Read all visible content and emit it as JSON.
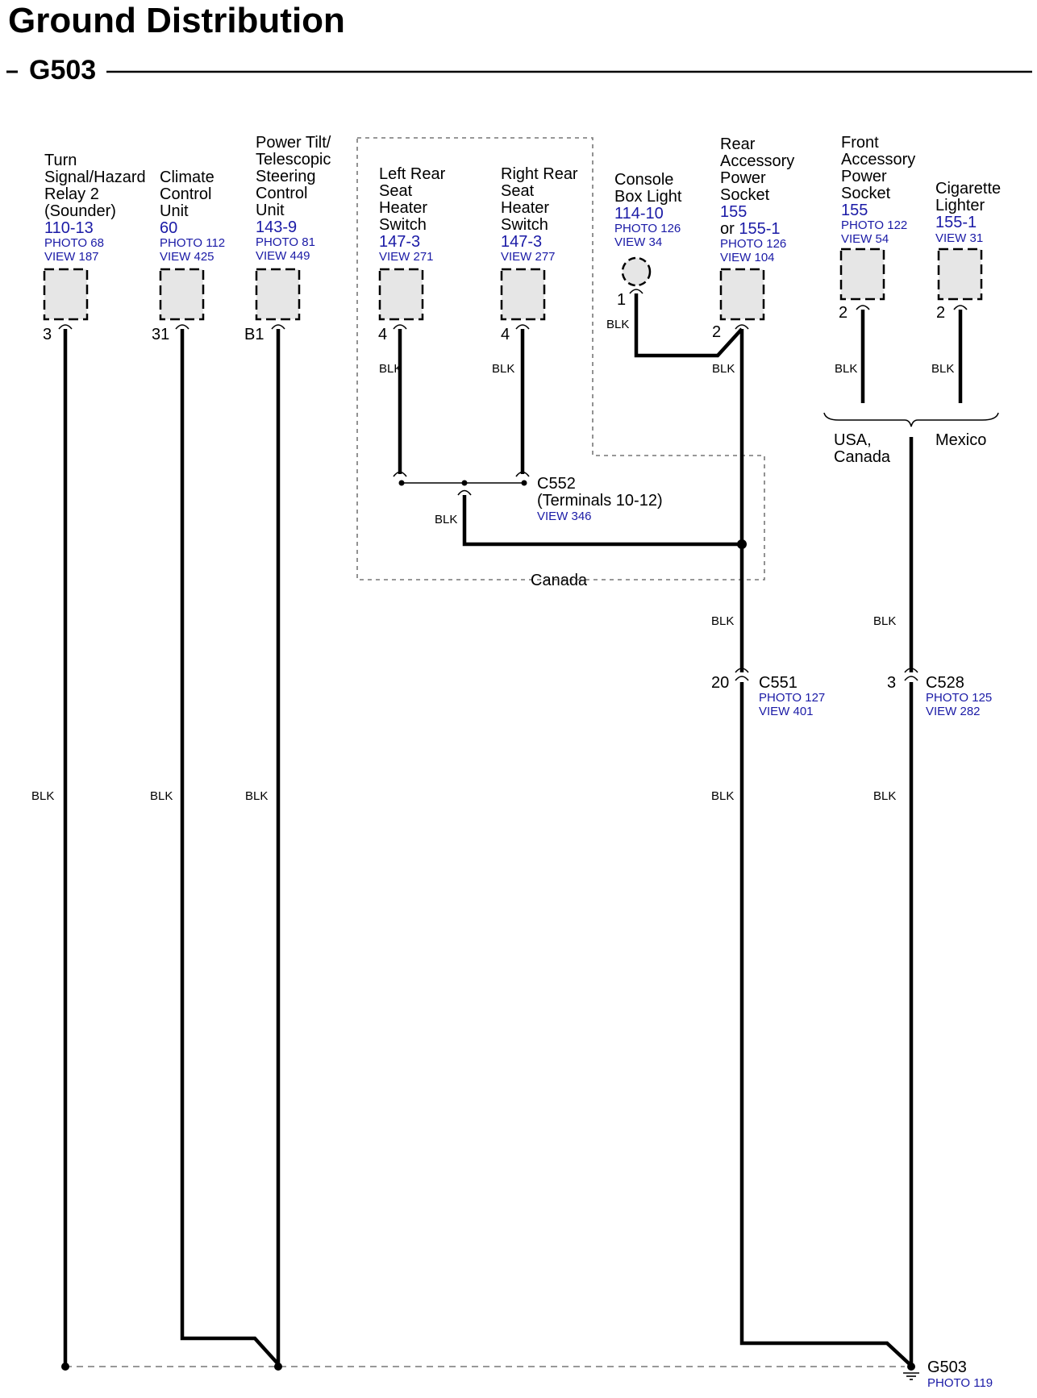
{
  "title": "Ground Distribution",
  "subtitle": "G503",
  "wire_color": "BLK",
  "components": [
    {
      "name_lines": [
        "Turn",
        "Signal/Hazard",
        "Relay 2",
        "(Sounder)"
      ],
      "ref": "110-13",
      "photo": "PHOTO 68",
      "view": "VIEW 187",
      "pin": "3"
    },
    {
      "name_lines": [
        "Climate",
        "Control",
        "Unit"
      ],
      "ref": "60",
      "photo": "PHOTO 112",
      "view": "VIEW 425",
      "pin": "31"
    },
    {
      "name_lines": [
        "Power Tilt/",
        "Telescopic",
        "Steering",
        "Control",
        "Unit"
      ],
      "ref": "143-9",
      "photo": "PHOTO 81",
      "view": "VIEW 449",
      "pin": "B1"
    },
    {
      "name_lines": [
        "Left Rear",
        "Seat",
        "Heater",
        "Switch"
      ],
      "ref": "147-3",
      "view": "VIEW 271",
      "pin": "4"
    },
    {
      "name_lines": [
        "Right Rear",
        "Seat",
        "Heater",
        "Switch"
      ],
      "ref": "147-3",
      "view": "VIEW 277",
      "pin": "4"
    },
    {
      "name_lines": [
        "Console",
        "Box Light"
      ],
      "ref": "114-10",
      "photo": "PHOTO 126",
      "view": "VIEW 34",
      "pin": "1"
    },
    {
      "name_lines": [
        "Rear",
        "Accessory",
        "Power",
        "Socket"
      ],
      "ref": "155",
      "ref_alt_prefix": "or ",
      "ref_alt": "155-1",
      "photo": "PHOTO 126",
      "view": "VIEW 104",
      "pin": "2"
    },
    {
      "name_lines": [
        "Front",
        "Accessory",
        "Power",
        "Socket"
      ],
      "ref": "155",
      "photo": "PHOTO 122",
      "view": "VIEW 54",
      "pin": "2"
    },
    {
      "name_lines": [
        "Cigarette",
        "Lighter"
      ],
      "ref": "155-1",
      "view": "VIEW 31",
      "pin": "2"
    }
  ],
  "c552": {
    "name": "C552",
    "detail": "(Terminals 10-12)",
    "view": "VIEW 346"
  },
  "canada_label": "Canada",
  "market_labels": {
    "left_lines": [
      "USA,",
      "Canada"
    ],
    "right": "Mexico"
  },
  "c551": {
    "name": "C551",
    "pin": "20",
    "photo": "PHOTO 127",
    "view": "VIEW 401"
  },
  "c528": {
    "name": "C528",
    "pin": "3",
    "photo": "PHOTO 125",
    "view": "VIEW 282"
  },
  "ground": {
    "name": "G503",
    "photo": "PHOTO 119"
  }
}
